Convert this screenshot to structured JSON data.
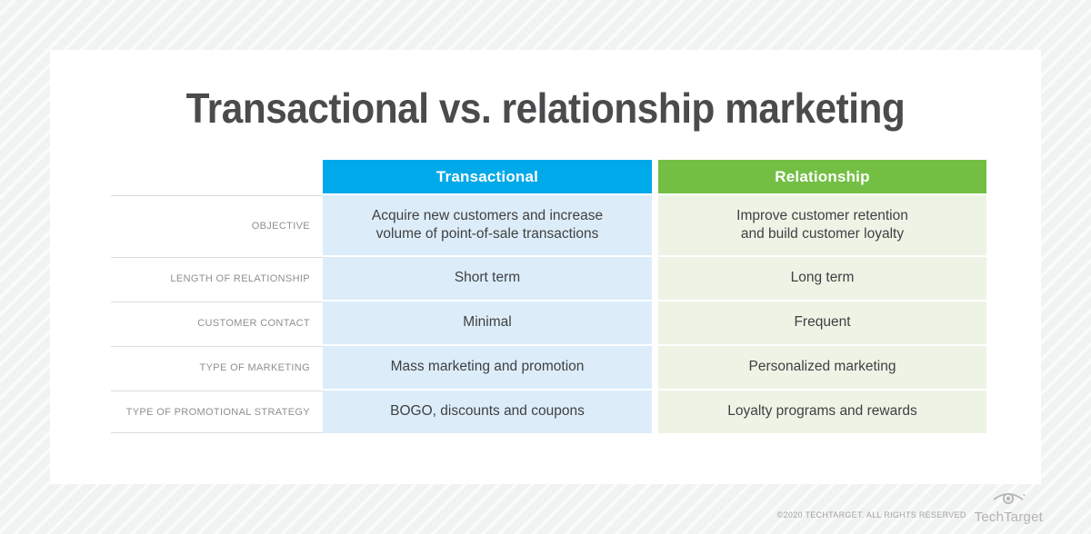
{
  "title": "Transactional vs. relationship marketing",
  "table": {
    "columns": [
      {
        "label": "Transactional",
        "header_color": "#00a9e9",
        "cell_color": "#dcedf9"
      },
      {
        "label": "Relationship",
        "header_color": "#73bf44",
        "cell_color": "#edf4e5"
      }
    ],
    "rows": [
      {
        "label": "OBJECTIVE",
        "transactional": "Acquire new customers and increase\nvolume of point-of-sale transactions",
        "relationship": "Improve customer retention\nand build customer loyalty"
      },
      {
        "label": "LENGTH OF RELATIONSHIP",
        "transactional": "Short term",
        "relationship": "Long term"
      },
      {
        "label": "CUSTOMER CONTACT",
        "transactional": "Minimal",
        "relationship": "Frequent"
      },
      {
        "label": "TYPE OF MARKETING",
        "transactional": "Mass marketing and promotion",
        "relationship": "Personalized marketing"
      },
      {
        "label": "TYPE OF PROMOTIONAL STRATEGY",
        "transactional": "BOGO, discounts and coupons",
        "relationship": "Loyalty programs and rewards"
      }
    ]
  },
  "footer": {
    "copyright": "©2020 TECHTARGET. ALL RIGHTS RESERVED",
    "logo_text": "TechTarget",
    "logo_icon": "eye-target-icon"
  },
  "colors": {
    "title_text": "#4b4b4d",
    "row_label_text": "#8d9093",
    "cell_text": "#3f4043",
    "separator_line": "#dcdcdc",
    "background_stripe": "#f1f2f2",
    "footer_gray": "#a3a3a3"
  },
  "chart_data": {
    "type": "table",
    "title": "Transactional vs. relationship marketing",
    "column_headers": [
      "",
      "Transactional",
      "Relationship"
    ],
    "rows": [
      [
        "OBJECTIVE",
        "Acquire new customers and increase volume of point-of-sale transactions",
        "Improve customer retention and build customer loyalty"
      ],
      [
        "LENGTH OF RELATIONSHIP",
        "Short term",
        "Long term"
      ],
      [
        "CUSTOMER CONTACT",
        "Minimal",
        "Frequent"
      ],
      [
        "TYPE OF MARKETING",
        "Mass marketing and promotion",
        "Personalized marketing"
      ],
      [
        "TYPE OF PROMOTIONAL STRATEGY",
        "BOGO, discounts and coupons",
        "Loyalty programs and rewards"
      ]
    ],
    "legend_position": "none",
    "grid": "row separators in label column only"
  }
}
